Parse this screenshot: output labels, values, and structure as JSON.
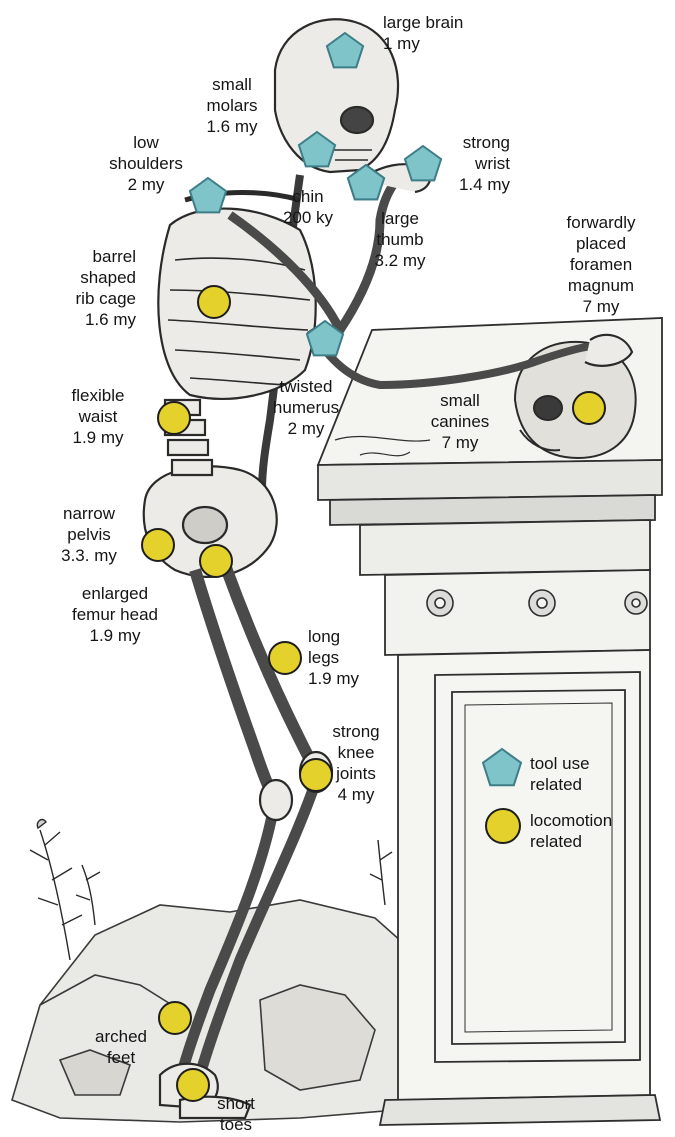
{
  "markers": [
    {
      "id": "large-brain",
      "kind": "tool",
      "label": "large brain\n1 my"
    },
    {
      "id": "small-molars",
      "kind": "tool",
      "label": "small\nmolars\n1.6 my"
    },
    {
      "id": "low-shoulders",
      "kind": "tool",
      "label": "low\nshoulders\n2 my"
    },
    {
      "id": "chin",
      "kind": "tool",
      "label": "chin\n200 ky"
    },
    {
      "id": "large-thumb",
      "kind": "tool",
      "label": "large\nthumb\n3.2 my"
    },
    {
      "id": "strong-wrist",
      "kind": "tool",
      "label": "strong\nwrist\n1.4 my"
    },
    {
      "id": "twisted-humerus",
      "kind": "tool",
      "label": "twisted\nhumerus\n2 my"
    },
    {
      "id": "barrel-rib-cage",
      "kind": "locomotion",
      "label": "barrel\nshaped\nrib cage\n1.6 my"
    },
    {
      "id": "foramen-magnum",
      "kind": "locomotion",
      "label": "forwardly\nplaced\nforamen\nmagnum\n7 my"
    },
    {
      "id": "small-canines",
      "kind": "locomotion",
      "label": "small\ncanines\n7 my"
    },
    {
      "id": "flexible-waist",
      "kind": "locomotion",
      "label": "flexible\nwaist\n1.9 my"
    },
    {
      "id": "narrow-pelvis",
      "kind": "locomotion",
      "label": "narrow\npelvis\n3.3. my"
    },
    {
      "id": "femur-head",
      "kind": "locomotion",
      "label": "enlarged\nfemur head\n1.9 my"
    },
    {
      "id": "long-legs",
      "kind": "locomotion",
      "label": "long\nlegs\n1.9 my"
    },
    {
      "id": "knee-joints",
      "kind": "locomotion",
      "label": "strong\nknee\njoints\n4 my"
    },
    {
      "id": "arched-feet",
      "kind": "locomotion",
      "label": "arched\nfeet"
    },
    {
      "id": "short-toes",
      "kind": "locomotion",
      "label": "short\ntoes"
    }
  ],
  "legend": {
    "tool_label": "tool use\nrelated",
    "locomotion_label": "locomotion\nrelated"
  },
  "colors": {
    "tool_fill": "#7ec4c9",
    "tool_stroke": "#3d7e88",
    "locomotion_fill": "#e4d12b",
    "locomotion_stroke": "#1e1e1e",
    "engraving_ink": "#2a2a2a"
  }
}
